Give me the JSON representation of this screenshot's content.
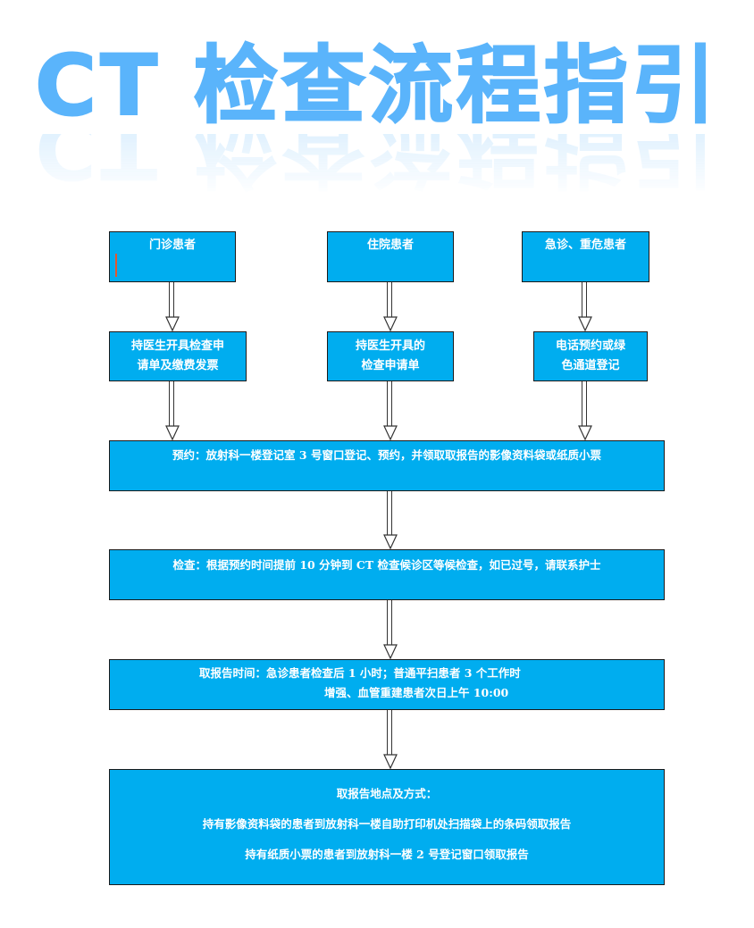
{
  "title": {
    "text": "CT 检查流程指引",
    "color": "#5ab4fb"
  },
  "colors": {
    "box_fill": "#00adef",
    "box_border": "#1a1a1a",
    "box_text": "#ffffff",
    "arrow_stroke": "#333333",
    "marker": "#e4572e"
  },
  "entry_nodes": [
    {
      "label": "门诊患者"
    },
    {
      "label": "住院患者"
    },
    {
      "label": "急诊、重危患者"
    }
  ],
  "second_nodes": [
    {
      "lines": [
        "持医生开具检查申",
        "请单及缴费发票"
      ]
    },
    {
      "lines": [
        "持医生开具的",
        "检查申请单"
      ]
    },
    {
      "lines": [
        "电话预约或绿",
        "色通道登记"
      ]
    }
  ],
  "steps": {
    "booking": {
      "text": "预约：放射科一楼登记室 3 号窗口登记、预约，并领取取报告的影像资料袋或纸质小票"
    },
    "exam": {
      "text": "检查：根据预约时间提前 10 分钟到 CT 检查候诊区等候检查，如已过号，请联系护士"
    },
    "report_time": {
      "line1": "取报告时间：急诊患者检查后 1 小时；普通平扫患者 3 个工作时",
      "line2": "增强、血管重建患者次日上午 10:00"
    },
    "report_place": {
      "heading": "取报告地点及方式：",
      "line1": "持有影像资料袋的患者到放射科一楼自助打印机处扫描袋上的条码领取报告",
      "line2": "持有纸质小票的患者到放射科一楼 2 号登记窗口领取报告"
    }
  }
}
